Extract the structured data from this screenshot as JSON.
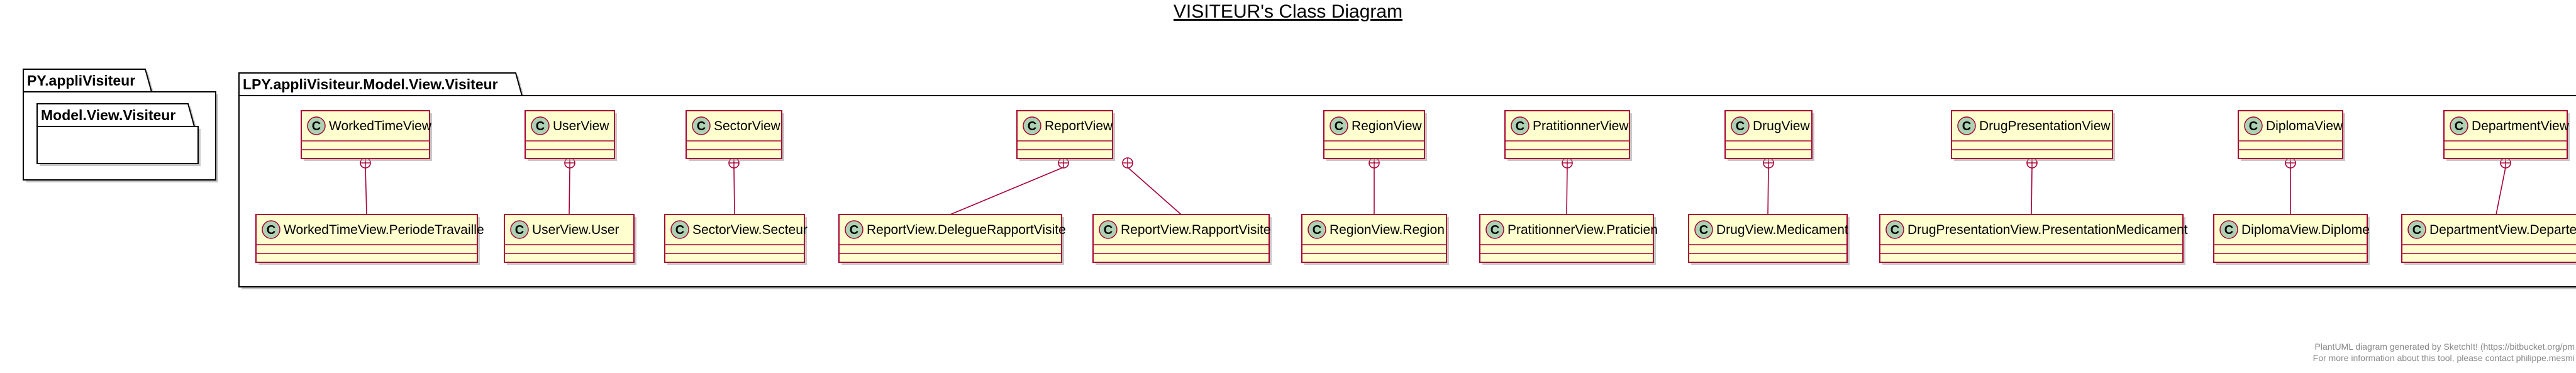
{
  "diagram": {
    "title": "VISITEUR's Class Diagram",
    "colors": {
      "class_fill": "#FEFECE",
      "class_border": "#A80036",
      "circle_fill": "#ADD1B2",
      "package_border": "#000000"
    },
    "packages": [
      {
        "id": "pkg-left-outer",
        "name": "PY.appliVisiteur"
      },
      {
        "id": "pkg-left-inner",
        "name": "Model.View.Visiteur"
      },
      {
        "id": "pkg-main",
        "name": "LPY.appliVisiteur.Model.View.Visiteur"
      }
    ],
    "class_marker": "C",
    "classes": [
      {
        "id": "c-workedtimeview",
        "name": "WorkedTimeView"
      },
      {
        "id": "c-userview",
        "name": "UserView"
      },
      {
        "id": "c-sectorview",
        "name": "SectorView"
      },
      {
        "id": "c-reportview",
        "name": "ReportView"
      },
      {
        "id": "c-regionview",
        "name": "RegionView"
      },
      {
        "id": "c-pratitionnerview",
        "name": "PratitionnerView"
      },
      {
        "id": "c-drugview",
        "name": "DrugView"
      },
      {
        "id": "c-drugpresentationview",
        "name": "DrugPresentationView"
      },
      {
        "id": "c-diplomaview",
        "name": "DiplomaView"
      },
      {
        "id": "c-departmentview",
        "name": "DepartmentView"
      },
      {
        "id": "c-periodetravaille",
        "name": "WorkedTimeView.PeriodeTravaille"
      },
      {
        "id": "c-user",
        "name": "UserView.User"
      },
      {
        "id": "c-secteur",
        "name": "SectorView.Secteur"
      },
      {
        "id": "c-delegue",
        "name": "ReportView.DelegueRapportVisite"
      },
      {
        "id": "c-rapport",
        "name": "ReportView.RapportVisite"
      },
      {
        "id": "c-region",
        "name": "RegionView.Region"
      },
      {
        "id": "c-praticien",
        "name": "PratitionnerView.Praticien"
      },
      {
        "id": "c-medicament",
        "name": "DrugView.Medicament"
      },
      {
        "id": "c-presentation",
        "name": "DrugPresentationView.PresentationMedicament"
      },
      {
        "id": "c-diplome",
        "name": "DiplomaView.Diplome"
      },
      {
        "id": "c-departement",
        "name": "DepartmentView.Departem"
      }
    ],
    "nesting_relations": [
      {
        "from": "c-workedtimeview",
        "to": "c-periodetravaille"
      },
      {
        "from": "c-userview",
        "to": "c-user"
      },
      {
        "from": "c-sectorview",
        "to": "c-secteur"
      },
      {
        "from": "c-reportview",
        "to": "c-delegue"
      },
      {
        "from": "c-reportview",
        "to": "c-rapport"
      },
      {
        "from": "c-regionview",
        "to": "c-region"
      },
      {
        "from": "c-pratitionnerview",
        "to": "c-praticien"
      },
      {
        "from": "c-drugview",
        "to": "c-medicament"
      },
      {
        "from": "c-drugpresentationview",
        "to": "c-presentation"
      },
      {
        "from": "c-diplomaview",
        "to": "c-diplome"
      },
      {
        "from": "c-departmentview",
        "to": "c-departement"
      }
    ],
    "footer": {
      "line1": "PlantUML diagram generated by SketchIt! (https://bitbucket.org/pm",
      "line2": "For more information about this tool, please contact philippe.mesmi"
    }
  }
}
